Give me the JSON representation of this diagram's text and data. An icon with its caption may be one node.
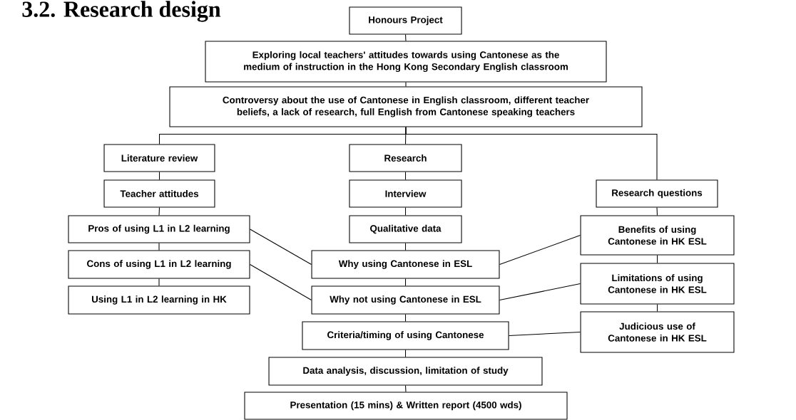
{
  "diagram": {
    "title": "3.2. Research design",
    "nodes": [
      {
        "text": [
          "Honours Project"
        ]
      },
      {
        "text": [
          "Exploring local teachers' attitudes towards using Cantonese as the medium of instruction in the Hong Kong Secondary English classroom"
        ]
      },
      {
        "text": [
          "Controversy about the use of Cantonese in English classroom, different teacher beliefs, a lack of research, full English from Cantonese speaking teachers"
        ]
      },
      {
        "text": [
          "Literature review"
        ]
      },
      {
        "text": [
          "Research"
        ]
      },
      {
        "text": [
          "Teacher attitudes"
        ]
      },
      {
        "text": [
          "Interview"
        ]
      },
      {
        "text": [
          "Research questions"
        ]
      },
      {
        "text": [
          "Pros of using L1 in L2 learning"
        ]
      },
      {
        "text": [
          "Qualitative data"
        ]
      },
      {
        "text": [
          "Benefits of using Cantonese in HK ESL"
        ]
      },
      {
        "text": [
          "Cons of using L1 in L2 learning"
        ]
      },
      {
        "text": [
          "Why using Cantonese in ESL"
        ]
      },
      {
        "text": [
          "Limitations of using Cantonese in HK ESL"
        ]
      },
      {
        "text": [
          "Using L1  in L2 learning in HK"
        ]
      },
      {
        "text": [
          "Why not using Cantonese in ESL"
        ]
      },
      {
        "text": [
          "Criteria/timing of using Cantonese"
        ]
      },
      {
        "text": [
          "Judicious use of Cantonese in HK ESL"
        ]
      },
      {
        "text": [
          "Data analysis, discussion, limitation of study"
        ]
      },
      {
        "text": [
          "Presentation (15 mins) & Written report (4500 wds)"
        ]
      }
    ],
    "edges": [
      {
        "from": 0,
        "to": 1,
        "arrow": "none"
      },
      {
        "from": 1,
        "to": 2,
        "arrow": "none"
      },
      {
        "from": 2,
        "to": 3,
        "arrow": "none"
      },
      {
        "from": 2,
        "to": 4,
        "arrow": "none"
      },
      {
        "from": 2,
        "to": 7,
        "arrow": "none"
      },
      {
        "from": 3,
        "to": 5,
        "arrow": "none"
      },
      {
        "from": 5,
        "to": 8,
        "arrow": "none"
      },
      {
        "from": 8,
        "to": 11,
        "arrow": "none"
      },
      {
        "from": 11,
        "to": 14,
        "arrow": "none"
      },
      {
        "from": 4,
        "to": 6,
        "arrow": "none"
      },
      {
        "from": 6,
        "to": 9,
        "arrow": "none"
      },
      {
        "from": 9,
        "to": 12,
        "arrow": "none"
      },
      {
        "from": 12,
        "to": 15,
        "arrow": "none"
      },
      {
        "from": 15,
        "to": 16,
        "arrow": "none"
      },
      {
        "from": 16,
        "to": 18,
        "arrow": "none"
      },
      {
        "from": 18,
        "to": 19,
        "arrow": "none"
      },
      {
        "from": 7,
        "to": 10,
        "arrow": "none"
      },
      {
        "from": 10,
        "to": 13,
        "arrow": "none"
      },
      {
        "from": 13,
        "to": 17,
        "arrow": "none"
      },
      {
        "from": 8,
        "to": 12,
        "arrow": "none"
      },
      {
        "from": 11,
        "to": 15,
        "arrow": "none"
      },
      {
        "from": 12,
        "to": 10,
        "arrow": "none"
      },
      {
        "from": 15,
        "to": 13,
        "arrow": "none"
      },
      {
        "from": 16,
        "to": 17,
        "arrow": "none"
      }
    ]
  }
}
